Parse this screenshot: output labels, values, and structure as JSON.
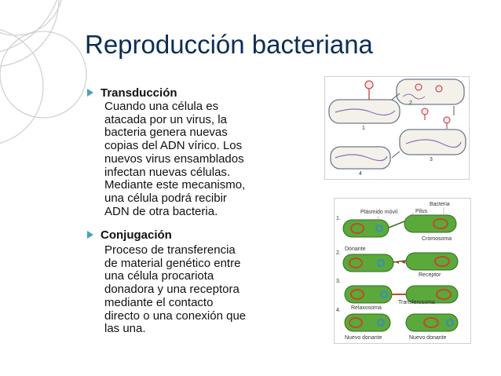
{
  "slide": {
    "title": "Reproducción bacteriana",
    "items": [
      {
        "heading": "Transducción",
        "lines": [
          "Cuando una célula es",
          "atacada por un virus, la",
          "bacteria genera nuevas",
          "copias del ADN vírico. Los",
          "nuevos virus ensamblados",
          "infectan nuevas células.",
          "Mediante este mecanismo,",
          "una célula podrá recibir",
          "ADN de otra bacteria."
        ]
      },
      {
        "heading": "Conjugación",
        "lines": [
          "Proceso de transferencia",
          "de material genético entre",
          "una célula procariota",
          "donadora y una receptora",
          "mediante el contacto",
          "directo o una conexión que",
          "las una."
        ]
      }
    ]
  },
  "figure_transduction": {
    "step_numbers": [
      "1",
      "2",
      "3",
      "4"
    ]
  },
  "figure_conjugation": {
    "step_numbers": [
      "1.",
      "2.",
      "3.",
      "4."
    ],
    "labels": {
      "bacteria": "Bacteria",
      "plasmido": "Plásmido móvil",
      "pilus": "Pilus",
      "cromosoma": "Cromosoma",
      "donante": "Donante",
      "receptor": "Receptor",
      "relaxosoma": "Relaxosoma",
      "transferosoma": "Transferosoma",
      "nuevo_donante_1": "Nuevo donante",
      "nuevo_donante_2": "Nuevo donante"
    }
  },
  "colors": {
    "title": "#0c2e55",
    "bullet": "#4aa0bd",
    "cell_green": "#58a83a",
    "chromosome": "#c24a2a",
    "plasmid": "#3a8bc0"
  }
}
